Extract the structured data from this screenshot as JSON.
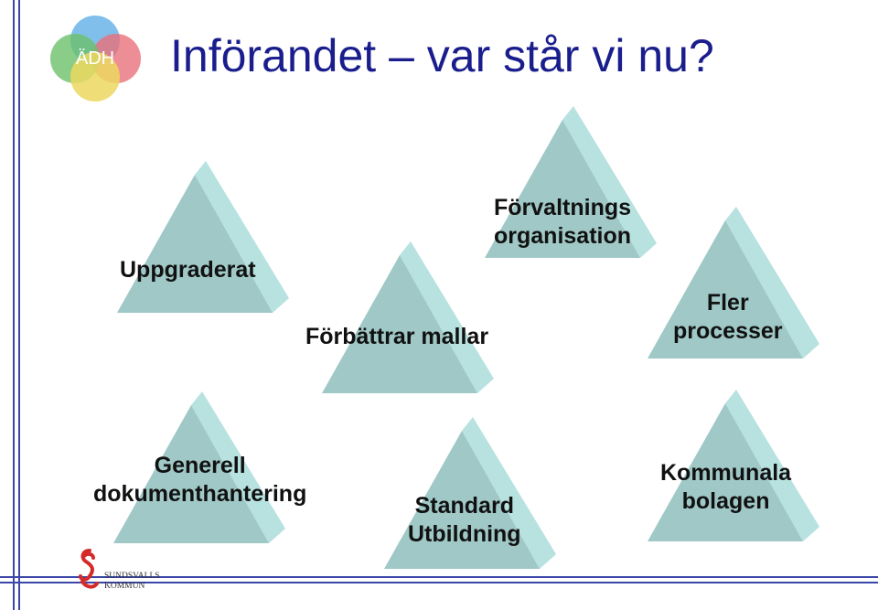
{
  "slide": {
    "title": "Införandet – var står vi nu?",
    "logo_text": "ÄDH",
    "footer_logo": {
      "line1": "SUNDSVALLS",
      "line2": "KOMMUN"
    }
  },
  "items": [
    {
      "id": "uppgraderat",
      "lines": [
        "Uppgraderat"
      ]
    },
    {
      "id": "forbattrar-mallar",
      "lines": [
        "Förbättrar mallar"
      ]
    },
    {
      "id": "forvaltnings-organisation",
      "lines": [
        "Förvaltnings",
        "organisation"
      ]
    },
    {
      "id": "fler-processer",
      "lines": [
        "Fler",
        "processer"
      ]
    },
    {
      "id": "generell-dokumenthantering",
      "lines": [
        "Generell",
        "dokumenthantering"
      ]
    },
    {
      "id": "standard-utbildning",
      "lines": [
        "Standard",
        "Utbildning"
      ]
    },
    {
      "id": "kommunala-bolagen",
      "lines": [
        "Kommunala",
        "bolagen"
      ]
    }
  ],
  "colors": {
    "title": "#1a1e8c",
    "rule": "#3a46a8",
    "pyramid_front": "#9fc8c6",
    "pyramid_side": "#b7e2e0",
    "logo_blue": "#6ab4e8",
    "logo_red": "#e8707a",
    "logo_green": "#6cc06c",
    "logo_yellow": "#ecd860",
    "footer_red": "#d42a2a"
  }
}
